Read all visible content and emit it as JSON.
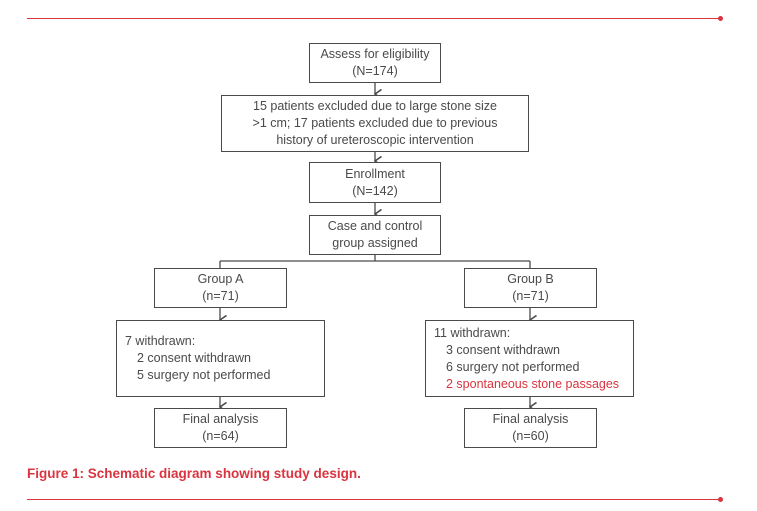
{
  "boxes": {
    "eligibility": {
      "line1": "Assess for eligibility",
      "line2": "(N=174)"
    },
    "excluded": {
      "line1": "15 patients excluded due to large stone size",
      "line2": ">1 cm; 17 patients excluded due to previous",
      "line3": "history of ureteroscopic intervention"
    },
    "enrollment": {
      "line1": "Enrollment",
      "line2": "(N=142)"
    },
    "assigned": {
      "line1": "Case and control",
      "line2": "group assigned"
    },
    "group_a": {
      "line1": "Group A",
      "line2": "(n=71)"
    },
    "group_b": {
      "line1": "Group B",
      "line2": "(n=71)"
    },
    "withdrawn_a": {
      "title": "7 withdrawn:",
      "items": [
        "2 consent withdrawn",
        "5 surgery not performed"
      ]
    },
    "withdrawn_b": {
      "title": "11 withdrawn:",
      "items": [
        "3 consent withdrawn",
        "6 surgery not performed",
        "2 spontaneous stone passages"
      ]
    },
    "final_a": {
      "line1": "Final analysis",
      "line2": "(n=64)"
    },
    "final_b": {
      "line1": "Final analysis",
      "line2": "(n=60)"
    }
  },
  "caption": "Figure 1: Schematic diagram showing study design.",
  "colors": {
    "accent": "#d9343f",
    "line": "#4a4a4a"
  }
}
